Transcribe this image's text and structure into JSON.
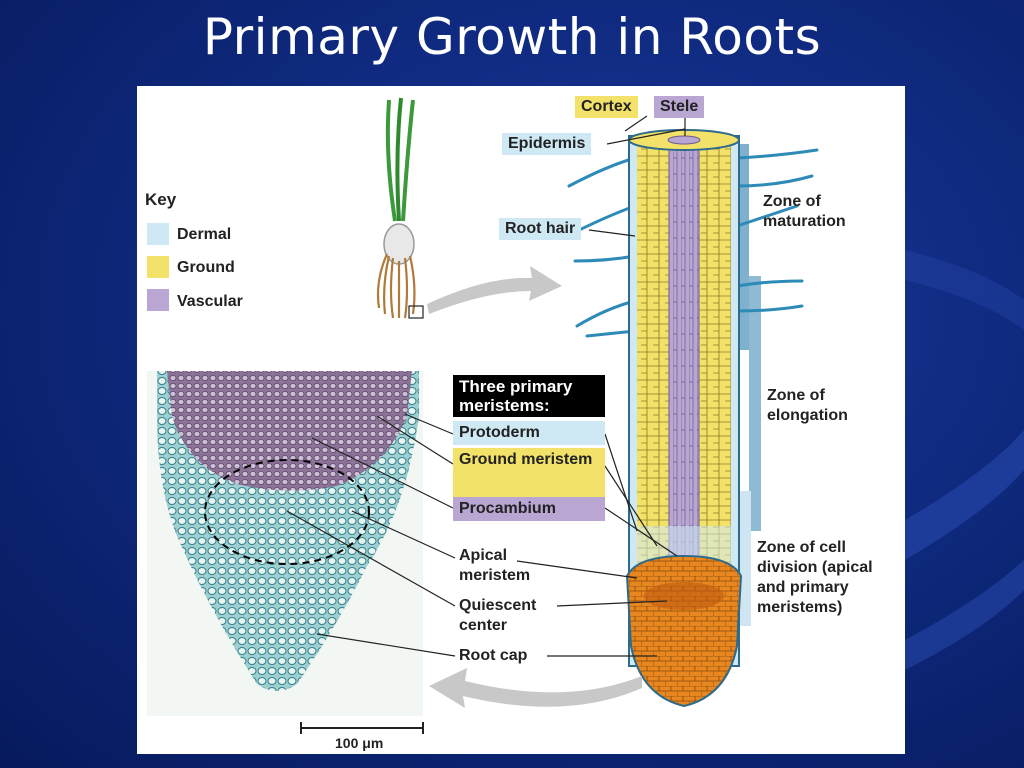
{
  "title": "Primary Growth in Roots",
  "key": {
    "heading": "Key",
    "items": [
      {
        "label": "Dermal",
        "color": "#cfe9f4"
      },
      {
        "label": "Ground",
        "color": "#f3e26a"
      },
      {
        "label": "Vascular",
        "color": "#b9a6d3"
      }
    ]
  },
  "root_labels": {
    "cortex": "Cortex",
    "stele": "Stele",
    "epidermis": "Epidermis",
    "root_hair": "Root hair"
  },
  "zones": {
    "maturation": "Zone of maturation",
    "elongation": "Zone of elongation",
    "cell_division": "Zone of cell division (apical and primary meristems)"
  },
  "meristems": {
    "heading": "Three primary meristems:",
    "protoderm": "Protoderm",
    "ground_meristem": "Ground meristem",
    "procambium": "Procambium"
  },
  "tip_labels": {
    "apical_meristem": "Apical meristem",
    "quiescent_center": "Quiescent center",
    "root_cap": "Root cap"
  },
  "scale_bar": "100 μm",
  "colors": {
    "dermal": "#cfe9f4",
    "ground": "#f3e26a",
    "vascular": "#b9a6d3",
    "root_cap": "#e8861f",
    "background": "#0f2a80"
  }
}
